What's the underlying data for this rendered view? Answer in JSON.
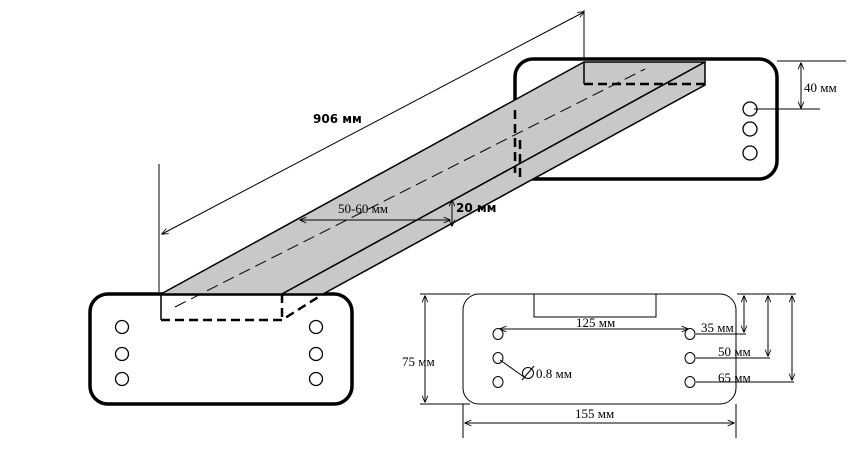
{
  "drawing": {
    "dimensions": {
      "length": "906 мм",
      "channel_width": "50-60 мм",
      "channel_depth": "20 мм",
      "plate_offset": "40 мм",
      "hole_spacing": "125 мм",
      "row_1": "35 мм",
      "row_2": "50 мм",
      "row_3": "65 мм",
      "hole_diameter": "0.8 мм",
      "plate_height": "75 мм",
      "plate_width": "155 мм"
    },
    "colors": {
      "stroke": "#000000",
      "channel_fill": "#c8c8c8",
      "background": "#ffffff"
    }
  }
}
